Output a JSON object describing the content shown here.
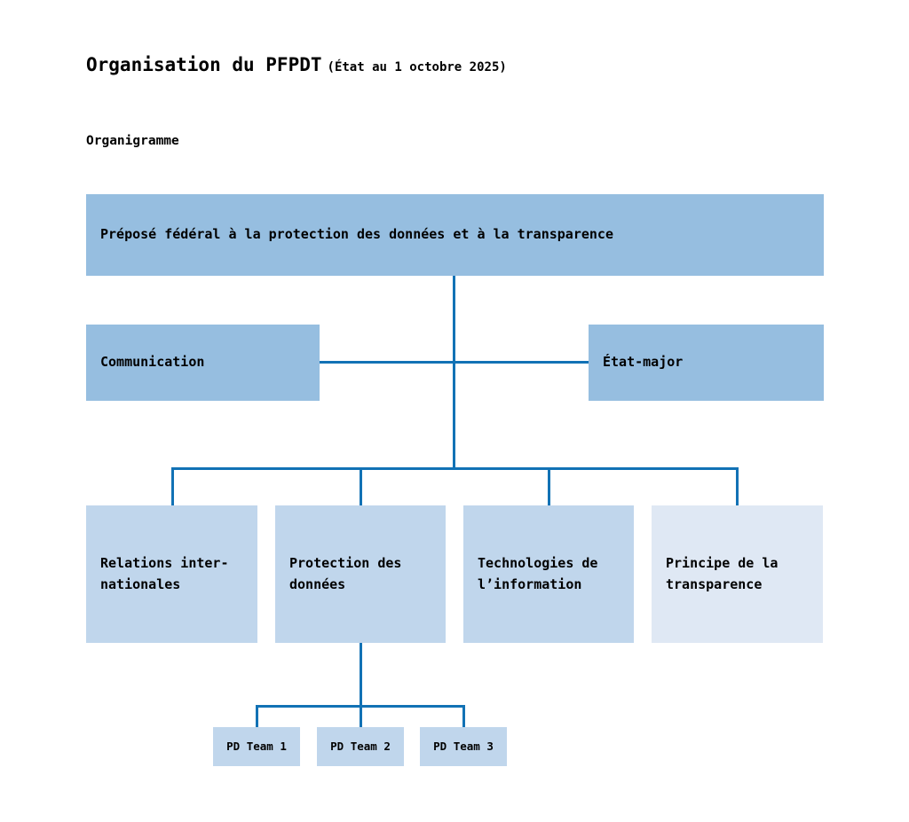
{
  "header": {
    "title": "Organisation du PFPDT",
    "date_note": "(État au 1 octobre 2025)",
    "section_heading": "Organigramme"
  },
  "colors": {
    "box_primary": "#96BEE0",
    "box_secondary": "#C0D6EC",
    "box_light": "#DFE8F4",
    "connector": "#1272B5",
    "text": "#000000",
    "background": "#FFFFFF"
  },
  "org_chart": {
    "root": {
      "label": "Préposé fédéral à la protection des données et à la transparence"
    },
    "level2": [
      {
        "label": "Communication"
      },
      {
        "label": "État-major"
      }
    ],
    "level3": [
      {
        "label": "Relations inter-\nnationales"
      },
      {
        "label": "Protection des\ndonnées"
      },
      {
        "label": "Technologies de\nl’information"
      },
      {
        "label": "Principe de la\ntransparence"
      }
    ],
    "teams": [
      {
        "label": "PD Team 1"
      },
      {
        "label": "PD Team 2"
      },
      {
        "label": "PD Team 3"
      }
    ]
  }
}
